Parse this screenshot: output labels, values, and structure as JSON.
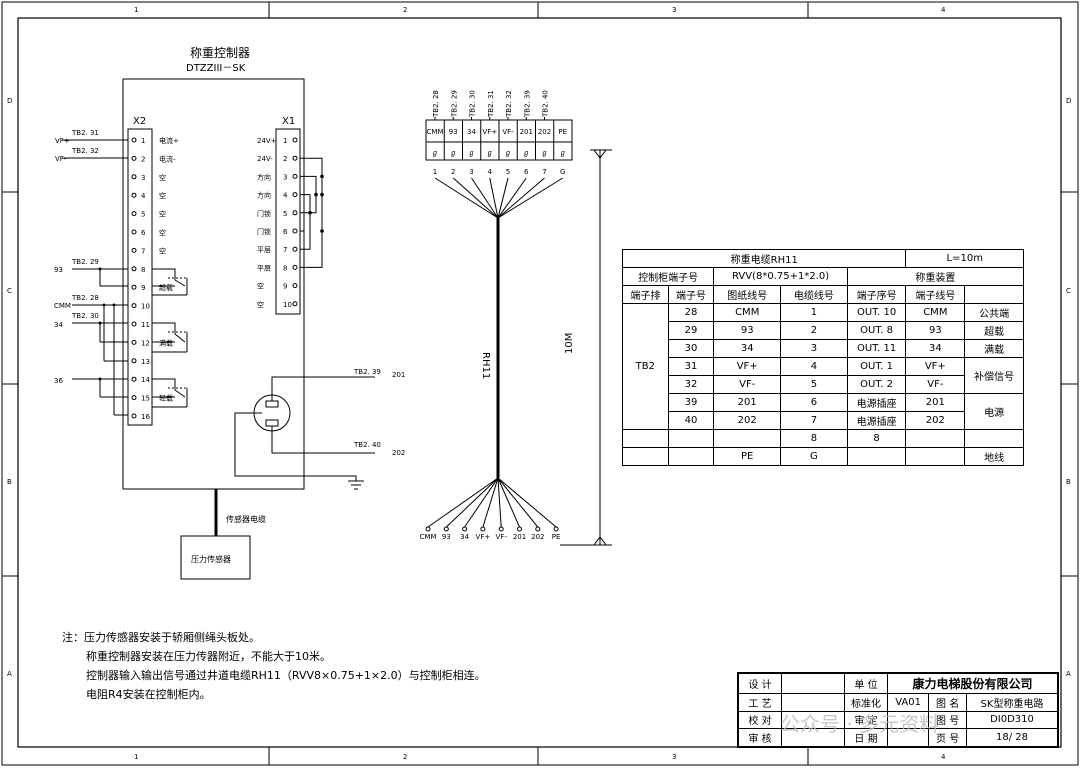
{
  "frame": {
    "col_labels": [
      "1",
      "2",
      "3",
      "4"
    ],
    "row_labels": [
      "D",
      "C",
      "B",
      "A"
    ]
  },
  "controller": {
    "title": "称重控制器",
    "model": "DTZZIII－SK",
    "x2_label": "X2",
    "x1_label": "X1",
    "x2_pins": [
      {
        "num": "1",
        "label": "电流+"
      },
      {
        "num": "2",
        "label": "电流-"
      },
      {
        "num": "3",
        "label": "空"
      },
      {
        "num": "4",
        "label": "空"
      },
      {
        "num": "5",
        "label": "空"
      },
      {
        "num": "6",
        "label": "空"
      },
      {
        "num": "7",
        "label": "空"
      },
      {
        "num": "8",
        "label": ""
      },
      {
        "num": "9",
        "label": "超载"
      },
      {
        "num": "10",
        "label": ""
      },
      {
        "num": "11",
        "label": ""
      },
      {
        "num": "12",
        "label": "满载"
      },
      {
        "num": "13",
        "label": ""
      },
      {
        "num": "14",
        "label": ""
      },
      {
        "num": "15",
        "label": "轻载"
      },
      {
        "num": "16",
        "label": ""
      }
    ],
    "x1_pins": [
      {
        "num": "1",
        "label": "24V+"
      },
      {
        "num": "2",
        "label": "24V-"
      },
      {
        "num": "3",
        "label": "方向"
      },
      {
        "num": "4",
        "label": "方向"
      },
      {
        "num": "5",
        "label": "门锁"
      },
      {
        "num": "6",
        "label": "门锁"
      },
      {
        "num": "7",
        "label": "平层"
      },
      {
        "num": "8",
        "label": "平层"
      },
      {
        "num": "9",
        "label": "空"
      },
      {
        "num": "10",
        "label": "空"
      }
    ],
    "left_signals": [
      {
        "tb": "TB2. 31",
        "sig": "VF+"
      },
      {
        "tb": "TB2. 32",
        "sig": "VF-"
      },
      {
        "tb": "TB2. 29",
        "sig": "93"
      },
      {
        "tb": "TB2. 28",
        "sig": "CMM"
      },
      {
        "tb": "TB2. 30",
        "sig": "34"
      },
      {
        "tb": "",
        "sig": "36"
      }
    ],
    "power": [
      {
        "tb": "TB2. 39",
        "sig": "201"
      },
      {
        "tb": "TB2. 40",
        "sig": "202"
      }
    ],
    "sensor_cable": "传感器电缆",
    "sensor": "压力传感器"
  },
  "cable": {
    "tb_labels": [
      "TB2. 28",
      "TB2. 29",
      "TB2. 30",
      "TB2. 31",
      "TB2. 32",
      "TB2. 39",
      "TB2. 40"
    ],
    "top_terms": [
      "CMM",
      "93",
      "34",
      "VF+",
      "VF-",
      "201",
      "202",
      "PE"
    ],
    "top_nums": [
      "1",
      "2",
      "3",
      "4",
      "5",
      "6",
      "7",
      "G"
    ],
    "bottom_terms": [
      "CMM",
      "93",
      "34",
      "VF+",
      "VF-",
      "201",
      "202",
      "PE"
    ],
    "name": "RH11",
    "length": "10M"
  },
  "table": {
    "title": "称重电缆RH11",
    "length": "L=10m",
    "h1": "控制柜端子号",
    "h2": "RVV(8*0.75+1*2.0)",
    "h3": "称重装置",
    "cols": [
      "端子排",
      "端子号",
      "图纸线号",
      "电缆线号",
      "端子序号",
      "端子线号"
    ],
    "tb": "TB2",
    "rows": [
      [
        "28",
        "CMM",
        "1",
        "OUT. 10",
        "CMM"
      ],
      [
        "29",
        "93",
        "2",
        "OUT. 8",
        "93"
      ],
      [
        "30",
        "34",
        "3",
        "OUT. 11",
        "34"
      ],
      [
        "31",
        "VF+",
        "4",
        "OUT. 1",
        "VF+"
      ],
      [
        "32",
        "VF-",
        "5",
        "OUT. 2",
        "VF-"
      ],
      [
        "39",
        "201",
        "6",
        "电源插座",
        "201"
      ],
      [
        "40",
        "202",
        "7",
        "电源插座",
        "202"
      ],
      [
        "",
        "",
        "8",
        "8",
        ""
      ],
      [
        "",
        "PE",
        "G",
        "",
        ""
      ]
    ],
    "notes": [
      "公共端",
      "超载",
      "满载",
      "补偿信号",
      "电源",
      "地线"
    ]
  },
  "notes": [
    "注：压力传感器安装于轿厢侧绳头板处。",
    "称重控制器安装在压力传器附近，不能大于10米。",
    "控制器输入输出信号通过井道电缆RH11（RVV8×0.75+1×2.0）与控制柜相连。",
    "电阻R4安装在控制柜内。"
  ],
  "title_block": {
    "design": "设 计",
    "unit": "单 位",
    "company": "康力电梯股份有限公司",
    "craft": "工 艺",
    "std": "标准化",
    "std_val": "VA01",
    "drawing_name": "图 名",
    "drawing_name_val": "SK型称重电路",
    "check": "校 对",
    "review": "审 定",
    "drawing_no": "图 号",
    "drawing_no_val": "DI0D310",
    "audit": "审 核",
    "date": "日 期",
    "page": "页 号",
    "page_val": "18/ 28"
  },
  "watermark": "公众号 · 多元资料"
}
